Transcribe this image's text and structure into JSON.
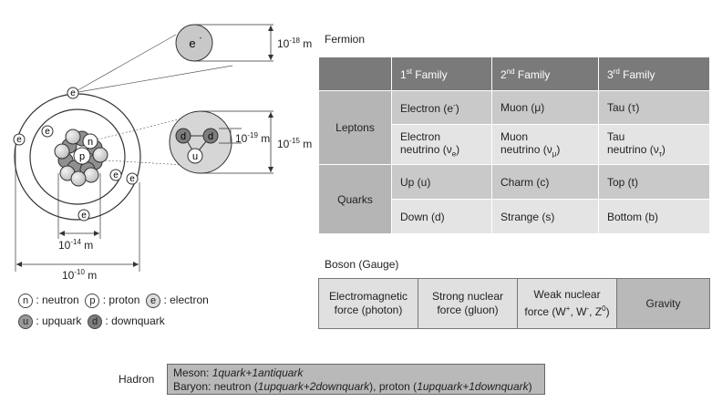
{
  "atom": {
    "electron_symbol": "e",
    "electron_charge": "-",
    "neutron_symbol": "n",
    "proton_symbol": "p",
    "down_symbol": "d",
    "up_symbol": "u",
    "scale_electron": {
      "base": "10",
      "exp": "-18",
      "unit": " m"
    },
    "scale_proton": {
      "base": "10",
      "exp": "-19",
      "unit": " m"
    },
    "scale_nucleon": {
      "base": "10",
      "exp": "-15",
      "unit": " m"
    },
    "scale_nucleus": {
      "base": "10",
      "exp": "-14",
      "unit": " m"
    },
    "scale_atom": {
      "base": "10",
      "exp": "-10",
      "unit": " m"
    }
  },
  "legend": {
    "n_label": ": neutron",
    "p_label": ": proton",
    "e_label": ": electron",
    "u_label": ": upquark",
    "d_label": ": downquark"
  },
  "fermion": {
    "title": "Fermion",
    "headers": [
      {
        "num": "1",
        "sup": "st",
        "rest": " Family"
      },
      {
        "num": "2",
        "sup": "nd",
        "rest": " Family"
      },
      {
        "num": "3",
        "sup": "rd",
        "rest": " Family"
      }
    ],
    "leptons_label": "Leptons",
    "quarks_label": "Quarks",
    "electron": "Electron (e",
    "electron_sup": "-",
    "electron_close": ")",
    "muon": "Muon (μ)",
    "tau": "Tau (τ)",
    "e_neutrino_1": "Electron",
    "e_neutrino_2": "neutrino (ν",
    "e_neutrino_sub": "e",
    "mu_neutrino_1": "Muon",
    "mu_neutrino_2": "neutrino (ν",
    "mu_neutrino_sub": "μ",
    "tau_neutrino_1": "Tau",
    "tau_neutrino_2": "neutrino (ν",
    "tau_neutrino_sub": "τ",
    "close": ")",
    "up": "Up (u)",
    "charm": "Charm (c)",
    "top": "Top (t)",
    "down": "Down (d)",
    "strange": "Strange (s)",
    "bottom": "Bottom (b)"
  },
  "boson": {
    "title": "Boson (Gauge)",
    "em_1": "Electromagnetic",
    "em_2": "force (photon)",
    "strong_1": "Strong nuclear",
    "strong_2": "force (gluon)",
    "weak_1": "Weak nuclear",
    "weak_2a": "force (W",
    "weak_sup_plus": "+",
    "weak_2b": ", W",
    "weak_sup_minus": "-",
    "weak_2c": ", Z",
    "weak_sup_zero": "0",
    "weak_2d": ")",
    "gravity": "Gravity"
  },
  "hadron": {
    "label": "Hadron",
    "meson_prefix": "Meson: ",
    "meson_formula": "1quark+1antiquark",
    "baryon_prefix": "Baryon: neutron (",
    "baryon_neutron": "1upquark+2downquark",
    "baryon_mid": "), proton (",
    "baryon_proton": "1upquark+1downquark",
    "baryon_end": ")"
  }
}
